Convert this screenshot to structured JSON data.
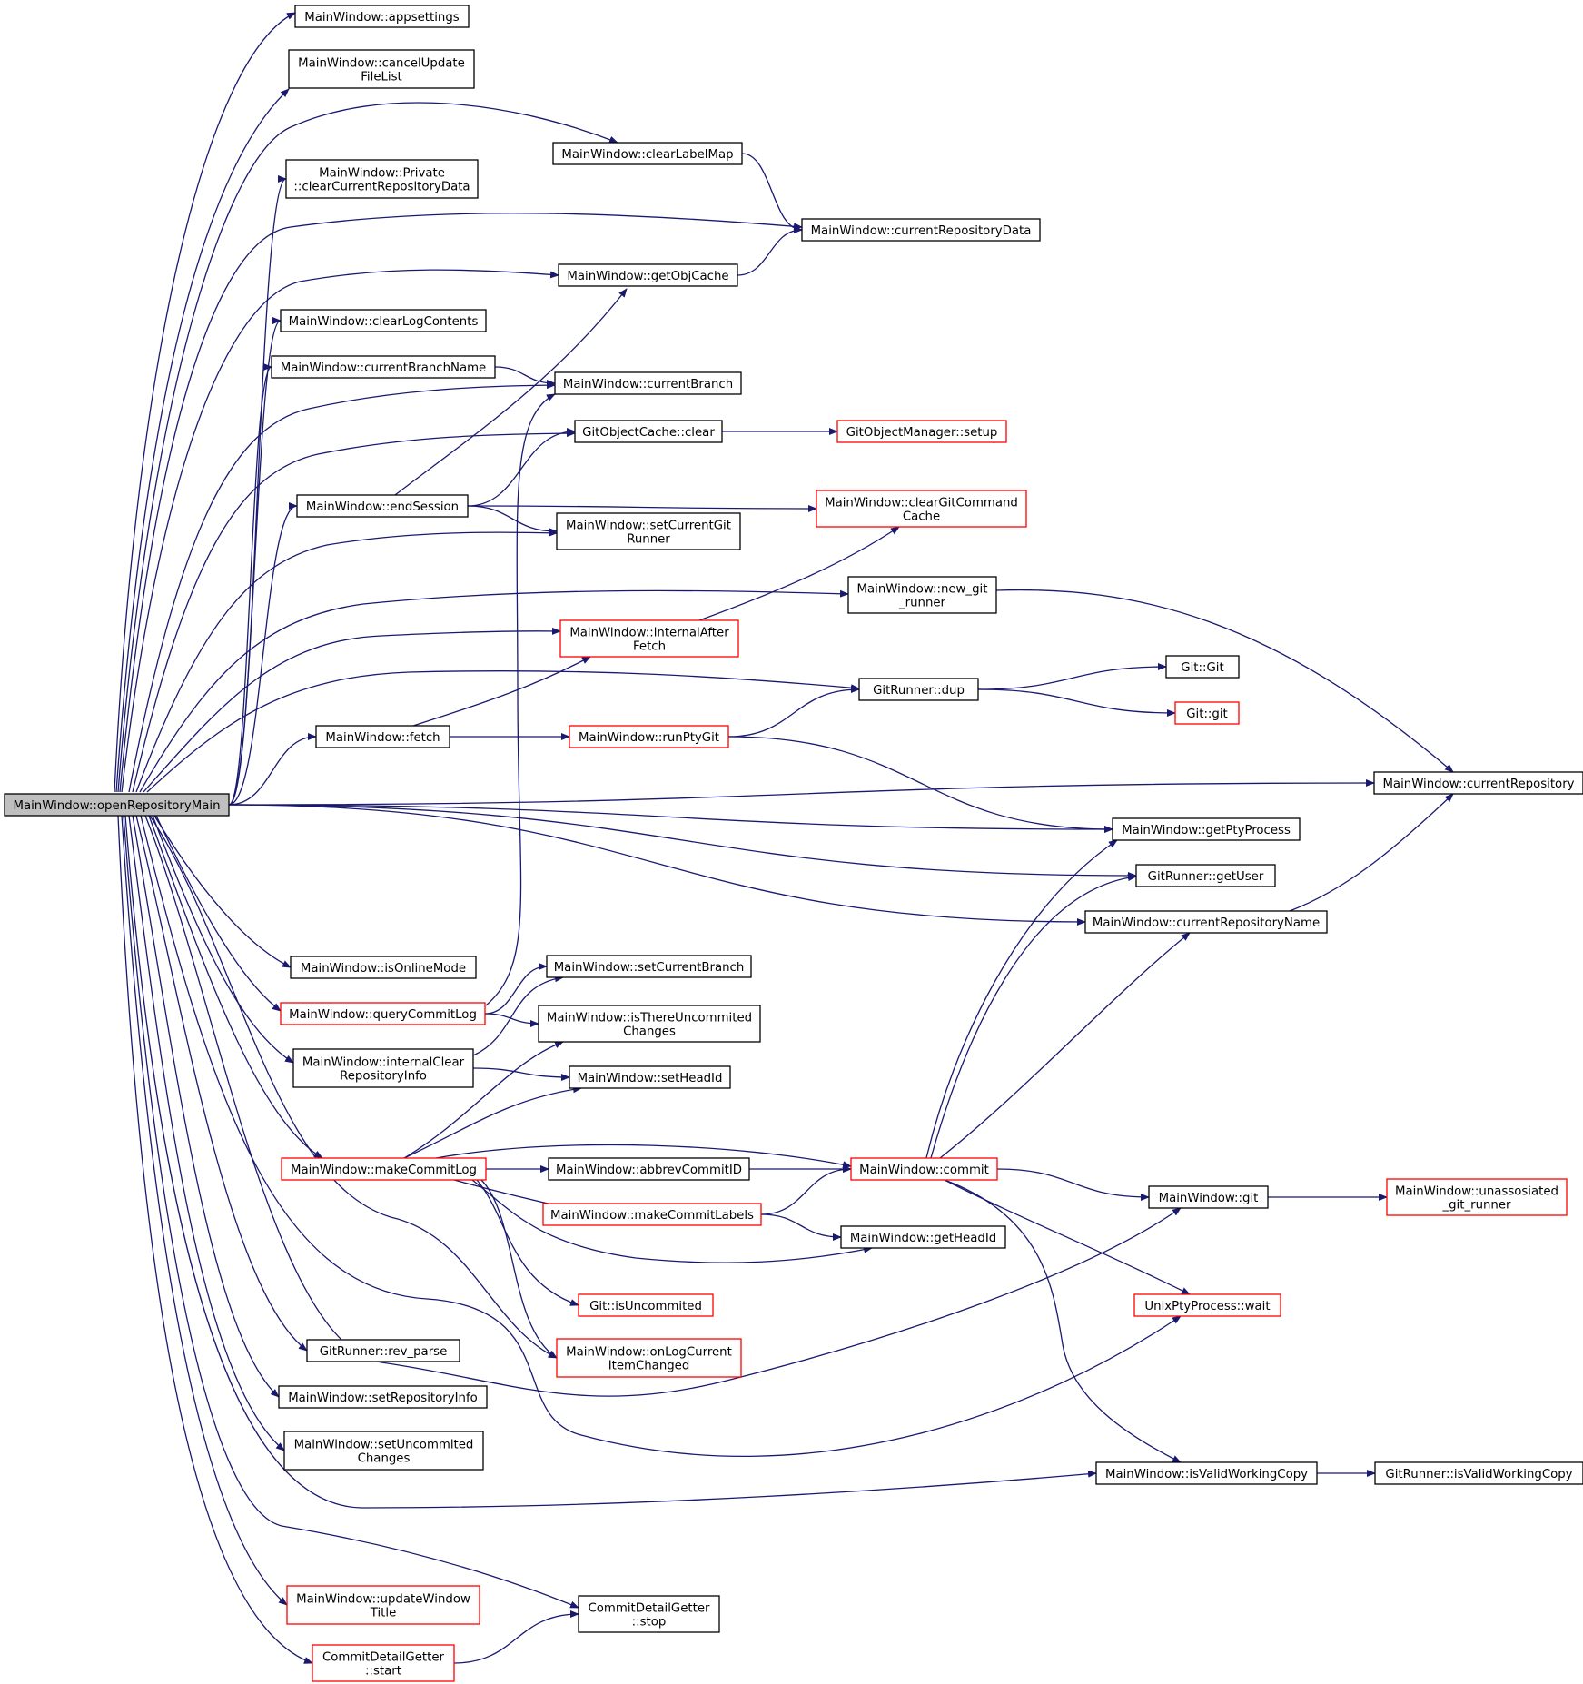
{
  "colors": {
    "edge": "#191970",
    "node_border_plain": "#000000",
    "node_border_truncated": "#ff0000",
    "root_fill": "#bfbfbf"
  },
  "nodes": {
    "openRepositoryMain": {
      "lines": [
        "MainWindow::openRepositoryMain"
      ],
      "border": "plain",
      "root": true
    },
    "appsettings": {
      "lines": [
        "MainWindow::appsettings"
      ],
      "border": "plain"
    },
    "cancelUpdate": {
      "lines": [
        "MainWindow::cancelUpdate",
        "FileList"
      ],
      "border": "plain"
    },
    "clearLabelMap": {
      "lines": [
        "MainWindow::clearLabelMap"
      ],
      "border": "plain"
    },
    "clearCurrentRepoData": {
      "lines": [
        "MainWindow::Private",
        "::clearCurrentRepositoryData"
      ],
      "border": "plain"
    },
    "currentRepositoryData": {
      "lines": [
        "MainWindow::currentRepositoryData"
      ],
      "border": "plain"
    },
    "getObjCache": {
      "lines": [
        "MainWindow::getObjCache"
      ],
      "border": "plain"
    },
    "clearLogContents": {
      "lines": [
        "MainWindow::clearLogContents"
      ],
      "border": "plain"
    },
    "currentBranchName": {
      "lines": [
        "MainWindow::currentBranchName"
      ],
      "border": "plain"
    },
    "currentBranch": {
      "lines": [
        "MainWindow::currentBranch"
      ],
      "border": "plain"
    },
    "gocClear": {
      "lines": [
        "GitObjectCache::clear"
      ],
      "border": "plain"
    },
    "gomSetup": {
      "lines": [
        "GitObjectManager::setup"
      ],
      "border": "truncated"
    },
    "endSession": {
      "lines": [
        "MainWindow::endSession"
      ],
      "border": "plain"
    },
    "clearGitCmdCache": {
      "lines": [
        "MainWindow::clearGitCommand",
        "Cache"
      ],
      "border": "truncated"
    },
    "setCurrentGitRunner": {
      "lines": [
        "MainWindow::setCurrentGit",
        "Runner"
      ],
      "border": "plain"
    },
    "newGitRunner": {
      "lines": [
        "MainWindow::new_git",
        "_runner"
      ],
      "border": "plain"
    },
    "internalAfterFetch": {
      "lines": [
        "MainWindow::internalAfter",
        "Fetch"
      ],
      "border": "truncated"
    },
    "gitRunnerDup": {
      "lines": [
        "GitRunner::dup"
      ],
      "border": "plain"
    },
    "GitGit": {
      "lines": [
        "Git::Git"
      ],
      "border": "plain"
    },
    "Gitgit": {
      "lines": [
        "Git::git"
      ],
      "border": "truncated"
    },
    "fetch": {
      "lines": [
        "MainWindow::fetch"
      ],
      "border": "plain"
    },
    "runPtyGit": {
      "lines": [
        "MainWindow::runPtyGit"
      ],
      "border": "truncated"
    },
    "currentRepository": {
      "lines": [
        "MainWindow::currentRepository"
      ],
      "border": "plain"
    },
    "getPtyProcess": {
      "lines": [
        "MainWindow::getPtyProcess"
      ],
      "border": "plain"
    },
    "getUser": {
      "lines": [
        "GitRunner::getUser"
      ],
      "border": "plain"
    },
    "currentRepositoryName": {
      "lines": [
        "MainWindow::currentRepositoryName"
      ],
      "border": "plain"
    },
    "isOnlineMode": {
      "lines": [
        "MainWindow::isOnlineMode"
      ],
      "border": "plain"
    },
    "setCurrentBranch": {
      "lines": [
        "MainWindow::setCurrentBranch"
      ],
      "border": "plain"
    },
    "queryCommitLog": {
      "lines": [
        "MainWindow::queryCommitLog"
      ],
      "border": "truncated"
    },
    "isThereUncommited": {
      "lines": [
        "MainWindow::isThereUncommited",
        "Changes"
      ],
      "border": "plain"
    },
    "internalClearRepoInfo": {
      "lines": [
        "MainWindow::internalClear",
        "RepositoryInfo"
      ],
      "border": "plain"
    },
    "setHeadId": {
      "lines": [
        "MainWindow::setHeadId"
      ],
      "border": "plain"
    },
    "makeCommitLog": {
      "lines": [
        "MainWindow::makeCommitLog"
      ],
      "border": "truncated"
    },
    "abbrevCommitID": {
      "lines": [
        "MainWindow::abbrevCommitID"
      ],
      "border": "plain"
    },
    "commit": {
      "lines": [
        "MainWindow::commit"
      ],
      "border": "truncated"
    },
    "mwGit": {
      "lines": [
        "MainWindow::git"
      ],
      "border": "plain"
    },
    "unassosiated": {
      "lines": [
        "MainWindow::unassosiated",
        "_git_runner"
      ],
      "border": "truncated"
    },
    "makeCommitLabels": {
      "lines": [
        "MainWindow::makeCommitLabels"
      ],
      "border": "truncated"
    },
    "getHeadId": {
      "lines": [
        "MainWindow::getHeadId"
      ],
      "border": "plain"
    },
    "isUncommited": {
      "lines": [
        "Git::isUncommited"
      ],
      "border": "truncated"
    },
    "ptyWait": {
      "lines": [
        "UnixPtyProcess::wait"
      ],
      "border": "truncated"
    },
    "onLogCurrentItem": {
      "lines": [
        "MainWindow::onLogCurrent",
        "ItemChanged"
      ],
      "border": "truncated"
    },
    "revParse": {
      "lines": [
        "GitRunner::rev_parse"
      ],
      "border": "plain"
    },
    "setRepositoryInfo": {
      "lines": [
        "MainWindow::setRepositoryInfo"
      ],
      "border": "plain"
    },
    "setUncommitedChanges": {
      "lines": [
        "MainWindow::setUncommited",
        "Changes"
      ],
      "border": "plain"
    },
    "isValidWorkingCopy": {
      "lines": [
        "MainWindow::isValidWorkingCopy"
      ],
      "border": "plain"
    },
    "grIsValidWorkingCopy": {
      "lines": [
        "GitRunner::isValidWorkingCopy"
      ],
      "border": "plain"
    },
    "updateWindowTitle": {
      "lines": [
        "MainWindow::updateWindow",
        "Title"
      ],
      "border": "truncated"
    },
    "cdgStop": {
      "lines": [
        "CommitDetailGetter",
        "::stop"
      ],
      "border": "plain"
    },
    "cdgStart": {
      "lines": [
        "CommitDetailGetter",
        "::start"
      ],
      "border": "truncated"
    }
  },
  "edges": [
    [
      "openRepositoryMain",
      "appsettings"
    ],
    [
      "openRepositoryMain",
      "cancelUpdate"
    ],
    [
      "openRepositoryMain",
      "clearLabelMap"
    ],
    [
      "clearLabelMap",
      "currentRepositoryData"
    ],
    [
      "openRepositoryMain",
      "clearCurrentRepoData"
    ],
    [
      "openRepositoryMain",
      "currentRepositoryData"
    ],
    [
      "openRepositoryMain",
      "getObjCache"
    ],
    [
      "getObjCache",
      "currentRepositoryData"
    ],
    [
      "openRepositoryMain",
      "clearLogContents"
    ],
    [
      "openRepositoryMain",
      "currentBranchName"
    ],
    [
      "currentBranchName",
      "currentBranch"
    ],
    [
      "openRepositoryMain",
      "currentBranch"
    ],
    [
      "openRepositoryMain",
      "gocClear"
    ],
    [
      "gocClear",
      "gomSetup"
    ],
    [
      "openRepositoryMain",
      "endSession"
    ],
    [
      "endSession",
      "getObjCache"
    ],
    [
      "endSession",
      "gocClear"
    ],
    [
      "endSession",
      "clearGitCmdCache"
    ],
    [
      "endSession",
      "setCurrentGitRunner"
    ],
    [
      "openRepositoryMain",
      "setCurrentGitRunner"
    ],
    [
      "openRepositoryMain",
      "newGitRunner"
    ],
    [
      "newGitRunner",
      "currentRepository"
    ],
    [
      "openRepositoryMain",
      "internalAfterFetch"
    ],
    [
      "internalAfterFetch",
      "clearGitCmdCache"
    ],
    [
      "openRepositoryMain",
      "gitRunnerDup"
    ],
    [
      "gitRunnerDup",
      "GitGit"
    ],
    [
      "gitRunnerDup",
      "Gitgit"
    ],
    [
      "openRepositoryMain",
      "fetch"
    ],
    [
      "fetch",
      "internalAfterFetch"
    ],
    [
      "fetch",
      "runPtyGit"
    ],
    [
      "runPtyGit",
      "gitRunnerDup"
    ],
    [
      "runPtyGit",
      "getPtyProcess"
    ],
    [
      "openRepositoryMain",
      "currentRepository"
    ],
    [
      "openRepositoryMain",
      "getPtyProcess"
    ],
    [
      "openRepositoryMain",
      "getUser"
    ],
    [
      "openRepositoryMain",
      "currentRepositoryName"
    ],
    [
      "currentRepositoryName",
      "currentRepository"
    ],
    [
      "openRepositoryMain",
      "isOnlineMode"
    ],
    [
      "openRepositoryMain",
      "queryCommitLog"
    ],
    [
      "queryCommitLog",
      "currentBranch"
    ],
    [
      "queryCommitLog",
      "setCurrentBranch"
    ],
    [
      "queryCommitLog",
      "isThereUncommited"
    ],
    [
      "openRepositoryMain",
      "internalClearRepoInfo"
    ],
    [
      "internalClearRepoInfo",
      "setCurrentBranch"
    ],
    [
      "internalClearRepoInfo",
      "setHeadId"
    ],
    [
      "openRepositoryMain",
      "makeCommitLog"
    ],
    [
      "makeCommitLog",
      "isThereUncommited"
    ],
    [
      "makeCommitLog",
      "setHeadId"
    ],
    [
      "makeCommitLog",
      "commit"
    ],
    [
      "makeCommitLog",
      "abbrevCommitID"
    ],
    [
      "abbrevCommitID",
      "commit"
    ],
    [
      "makeCommitLog",
      "makeCommitLabels"
    ],
    [
      "makeCommitLabels",
      "commit"
    ],
    [
      "makeCommitLabels",
      "getHeadId"
    ],
    [
      "makeCommitLog",
      "getHeadId"
    ],
    [
      "makeCommitLog",
      "isUncommited"
    ],
    [
      "makeCommitLog",
      "onLogCurrentItem"
    ],
    [
      "commit",
      "getPtyProcess"
    ],
    [
      "commit",
      "getUser"
    ],
    [
      "commit",
      "currentRepositoryName"
    ],
    [
      "commit",
      "mwGit"
    ],
    [
      "mwGit",
      "unassosiated"
    ],
    [
      "commit",
      "ptyWait"
    ],
    [
      "commit",
      "isValidWorkingCopy"
    ],
    [
      "isValidWorkingCopy",
      "grIsValidWorkingCopy"
    ],
    [
      "openRepositoryMain",
      "onLogCurrentItem"
    ],
    [
      "openRepositoryMain",
      "mwGit"
    ],
    [
      "openRepositoryMain",
      "ptyWait"
    ],
    [
      "openRepositoryMain",
      "revParse"
    ],
    [
      "openRepositoryMain",
      "setRepositoryInfo"
    ],
    [
      "openRepositoryMain",
      "setUncommitedChanges"
    ],
    [
      "openRepositoryMain",
      "isValidWorkingCopy"
    ],
    [
      "openRepositoryMain",
      "updateWindowTitle"
    ],
    [
      "openRepositoryMain",
      "cdgStop"
    ],
    [
      "openRepositoryMain",
      "cdgStart"
    ],
    [
      "cdgStart",
      "cdgStop"
    ]
  ]
}
